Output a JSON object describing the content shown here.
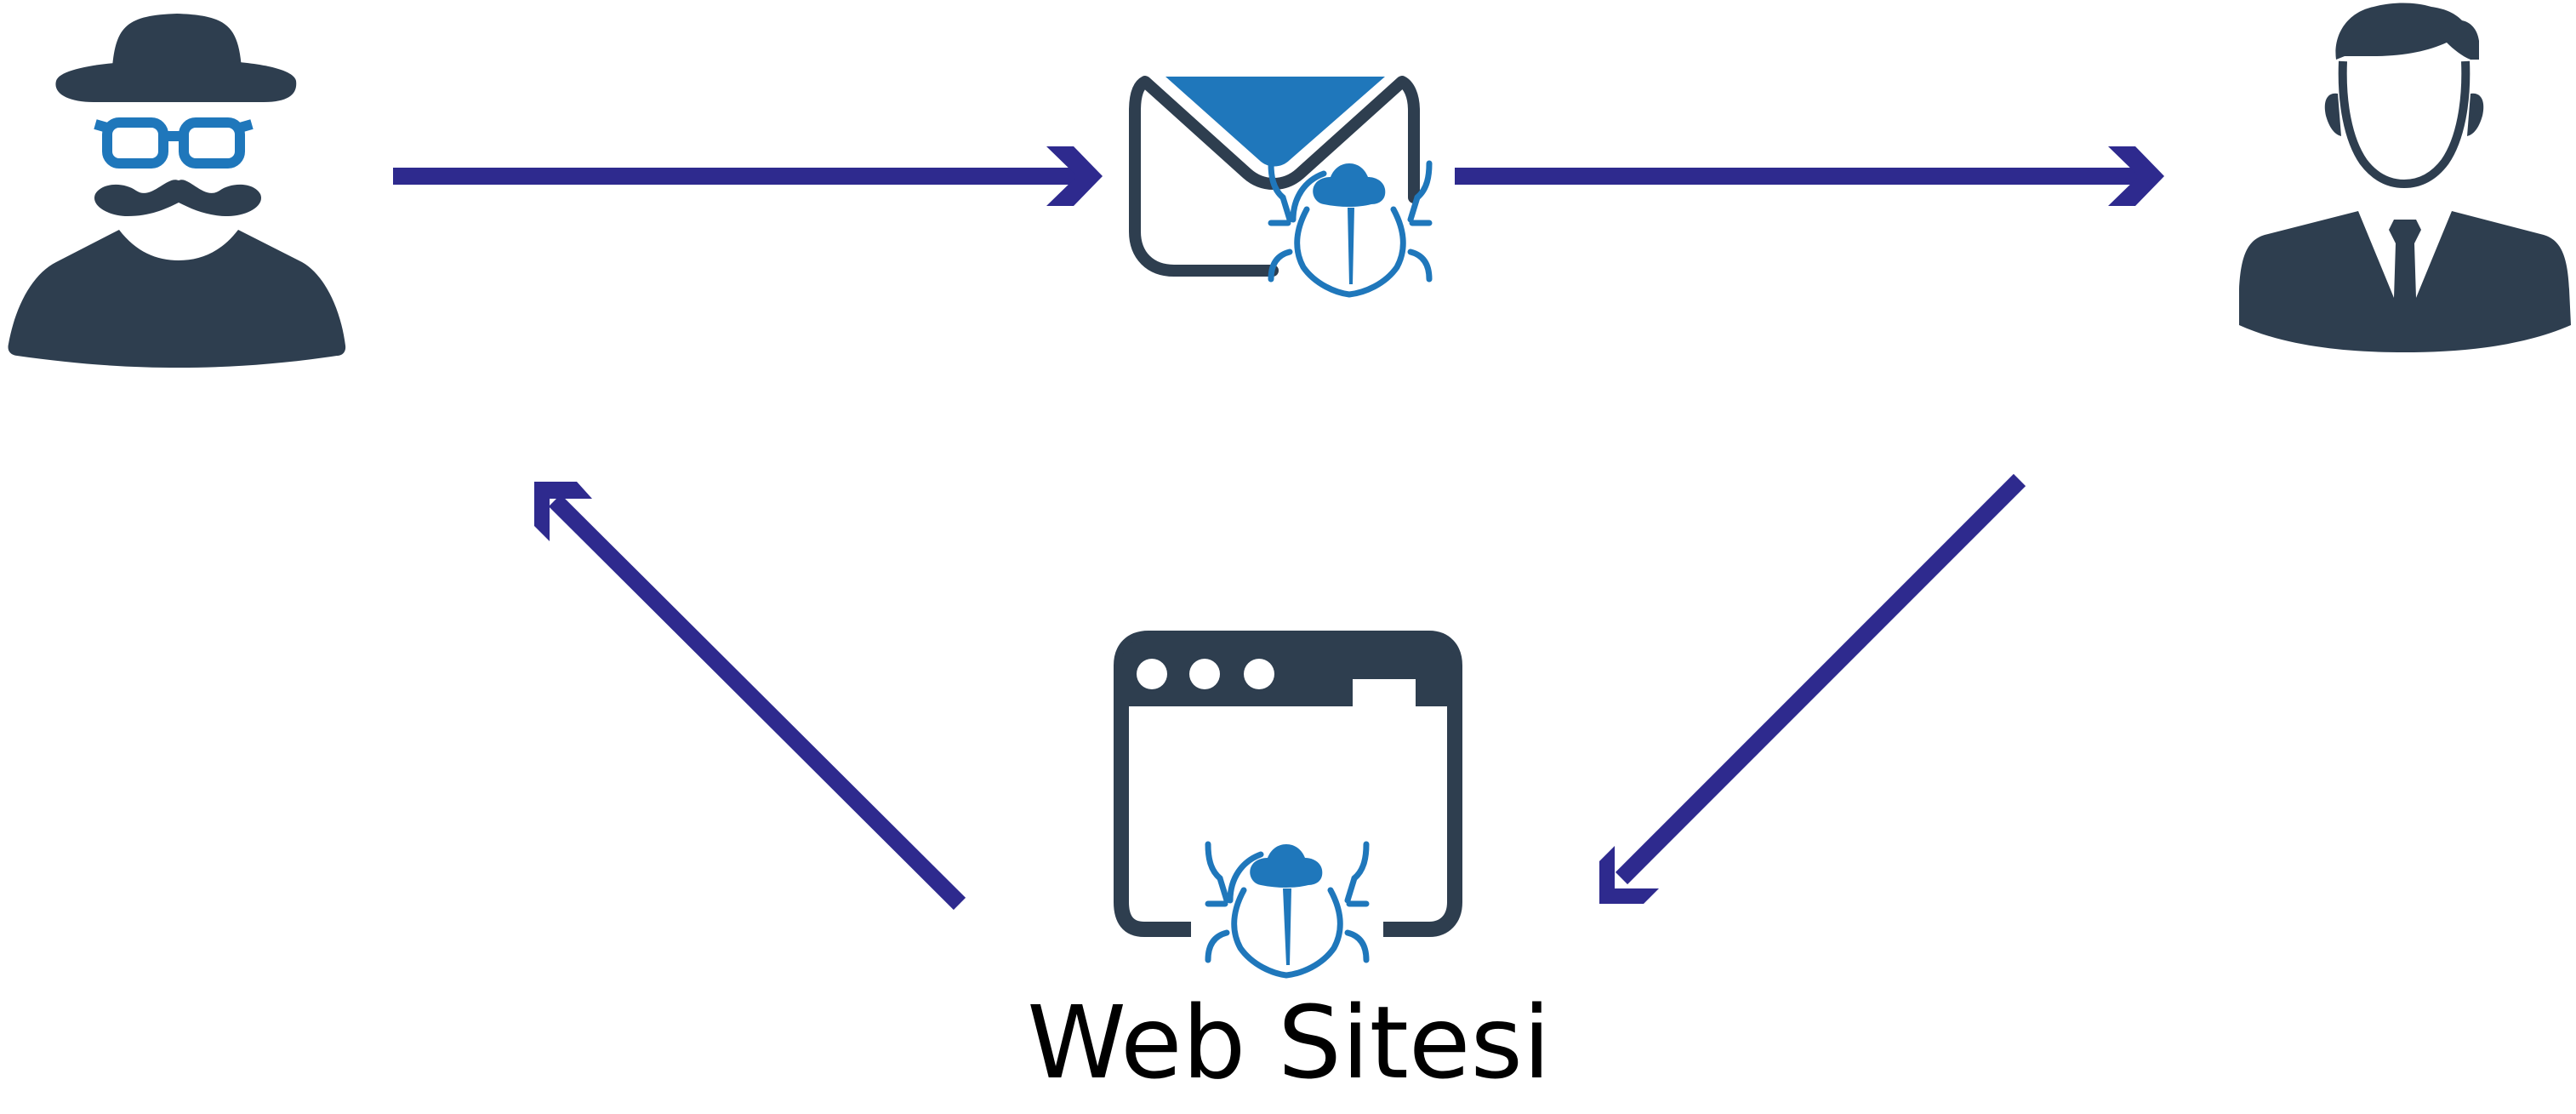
{
  "diagram": {
    "website_label": "Web Sitesi",
    "nodes": [
      {
        "id": "attacker",
        "icon": "hacker-icon"
      },
      {
        "id": "malicious_email",
        "icon": "email-with-bug-icon"
      },
      {
        "id": "victim",
        "icon": "businessman-icon"
      },
      {
        "id": "infected_website",
        "icon": "browser-window-with-bug-icon"
      }
    ],
    "flow": [
      {
        "from": "attacker",
        "to": "malicious_email"
      },
      {
        "from": "malicious_email",
        "to": "victim"
      },
      {
        "from": "victim",
        "to": "infected_website"
      },
      {
        "from": "infected_website",
        "to": "attacker"
      }
    ]
  },
  "colors": {
    "arrow": "#2e2a8e",
    "icon_dark": "#2e3e4f",
    "icon_accent": "#1f77bb",
    "label": "#000000",
    "background": "#ffffff"
  }
}
